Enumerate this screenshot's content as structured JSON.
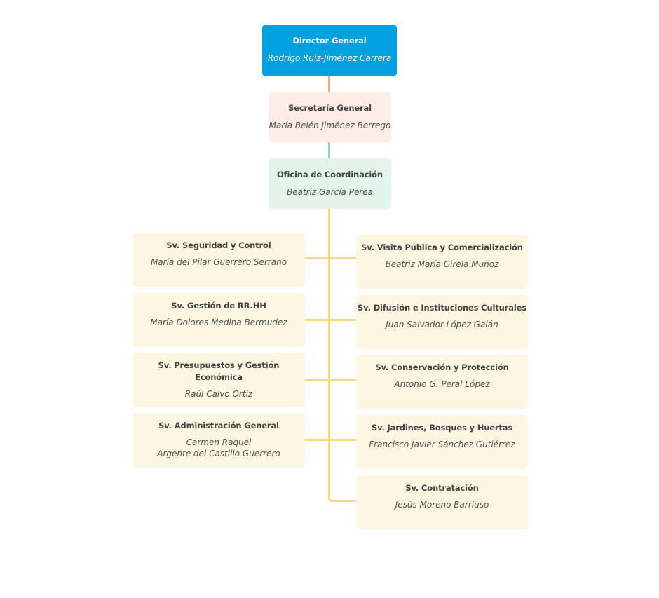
{
  "org": {
    "director": {
      "title": "Director General",
      "name": "Rodrigo Ruiz-Jiménez Carrera"
    },
    "secretaria": {
      "title": "Secretaría General",
      "name": "María Belén Jiménez Borrego"
    },
    "oficina": {
      "title": "Oficina de Coordinación",
      "name": "Beatriz García Perea"
    },
    "left": [
      {
        "title": "Sv. Seguridad y Control",
        "name": "María del Pilar Guerrero Serrano"
      },
      {
        "title": "Sv. Gestión de RR.HH",
        "name": "María Dolores Medina Bermudez"
      },
      {
        "title": "Sv. Presupuestos y Gestión\nEconómica",
        "name": "Raúl Calvo Ortiz"
      },
      {
        "title": "Sv. Administración General",
        "name": "Carmen Raquel\nArgente del Castillo Guerrero"
      }
    ],
    "right": [
      {
        "title": "Sv. Visita Pública y Comercialización",
        "name": "Beatriz María Girela Muñoz"
      },
      {
        "title": "Sv. Difusión e Instituciones Culturales",
        "name": "Juan Salvador López Galán"
      },
      {
        "title": "Sv. Conservación y Protección",
        "name": "Antonio G. Peral López"
      },
      {
        "title": "Sv. Jardines, Bosques y Huertas",
        "name": "Francisco Javier Sánchez Gutiérrez"
      },
      {
        "title": "Sv. Contratación",
        "name": "Jesús Moreno Barriuso"
      }
    ]
  },
  "colors": {
    "director-bg": "#00A1DC",
    "director-text": "#FFFFFF",
    "secretaria-bg": "#FCEEE7",
    "oficina-bg": "#E3F4EC",
    "service-bg": "#FDF6E2",
    "line-orange": "#F2A478",
    "line-green": "#9DD2BA",
    "line-yellow": "#FAD883",
    "title-text": "#434343",
    "name-text": "#4F4F4F"
  }
}
